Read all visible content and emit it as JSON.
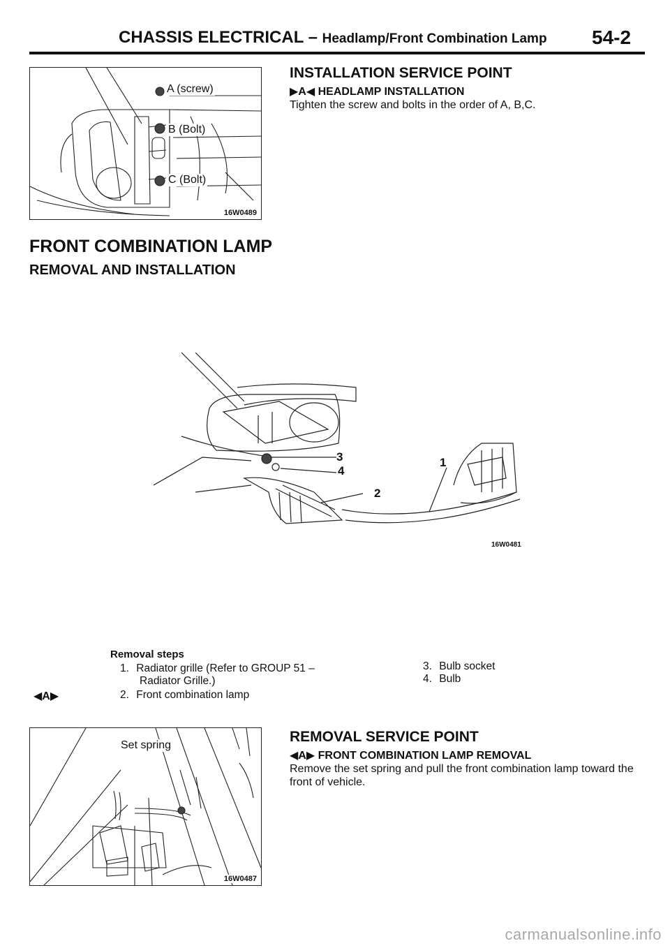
{
  "header": {
    "section": "CHASSIS ELECTRICAL",
    "dash": " – ",
    "topic": "Headlamp/Front Combination Lamp",
    "page_number": "54-2"
  },
  "figure1": {
    "labels": [
      "A (screw)",
      "B (Bolt)",
      "C (Bolt)"
    ],
    "code": "16W0489"
  },
  "installation": {
    "title": "INSTALLATION SERVICE POINT",
    "marker": "▶A◀",
    "subtitle": "HEADLAMP INSTALLATION",
    "text": "Tighten the screw and bolts in the order of A, B,C."
  },
  "front_lamp": {
    "title": "FRONT COMBINATION LAMP",
    "subtitle": "REMOVAL AND INSTALLATION"
  },
  "figure2": {
    "callouts": [
      "1",
      "2",
      "3",
      "4"
    ],
    "code": "16W0481"
  },
  "removal_steps": {
    "title": "Removal steps",
    "marker": "◀A▶",
    "left": [
      {
        "num": "1.",
        "text": "Radiator grille (Refer to GROUP 51 –",
        "text2": "Radiator Grille.)"
      },
      {
        "num": "2.",
        "text": "Front combination lamp"
      }
    ],
    "right": [
      {
        "num": "3.",
        "text": "Bulb socket"
      },
      {
        "num": "4.",
        "text": "Bulb"
      }
    ]
  },
  "figure3": {
    "label": "Set spring",
    "code": "16W0487"
  },
  "removal_service": {
    "title": "REMOVAL SERVICE POINT",
    "marker": "◀A▶",
    "subtitle": "FRONT COMBINATION LAMP REMOVAL",
    "text": "Remove the set spring and pull the front combination lamp toward the front of vehicle."
  },
  "watermark": "carmanualsonline.info"
}
